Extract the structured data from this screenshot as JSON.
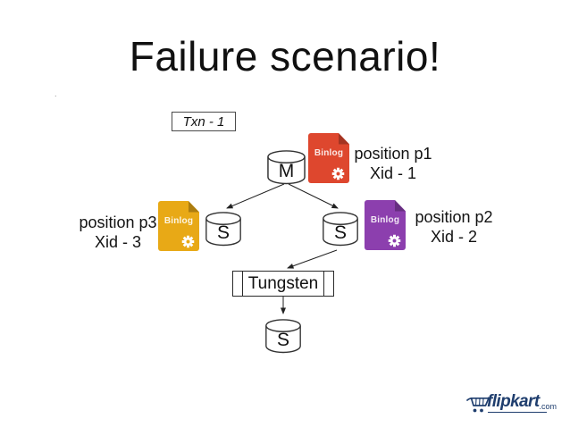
{
  "slide": {
    "title": "Failure scenario!",
    "stray_mark": "."
  },
  "txn_box": {
    "label": "Txn - 1"
  },
  "nodes": {
    "master": "M",
    "slave_left": "S",
    "slave_right": "S",
    "slave_bottom": "S",
    "tungsten": "Tungsten"
  },
  "binlogs": [
    {
      "label": "Binlog",
      "color": "#DE472E",
      "position": "position p1",
      "xid": "Xid - 1"
    },
    {
      "label": "Binlog",
      "color": "#8C3FAE",
      "position": "position p2",
      "xid": "Xid - 2"
    },
    {
      "label": "Binlog",
      "color": "#E8A916",
      "position": "position p3",
      "xid": "Xid - 3"
    }
  ],
  "footer": {
    "brand": "flipkart",
    "brand_suffix": ".com",
    "brand_color": "#1F3E6E"
  }
}
